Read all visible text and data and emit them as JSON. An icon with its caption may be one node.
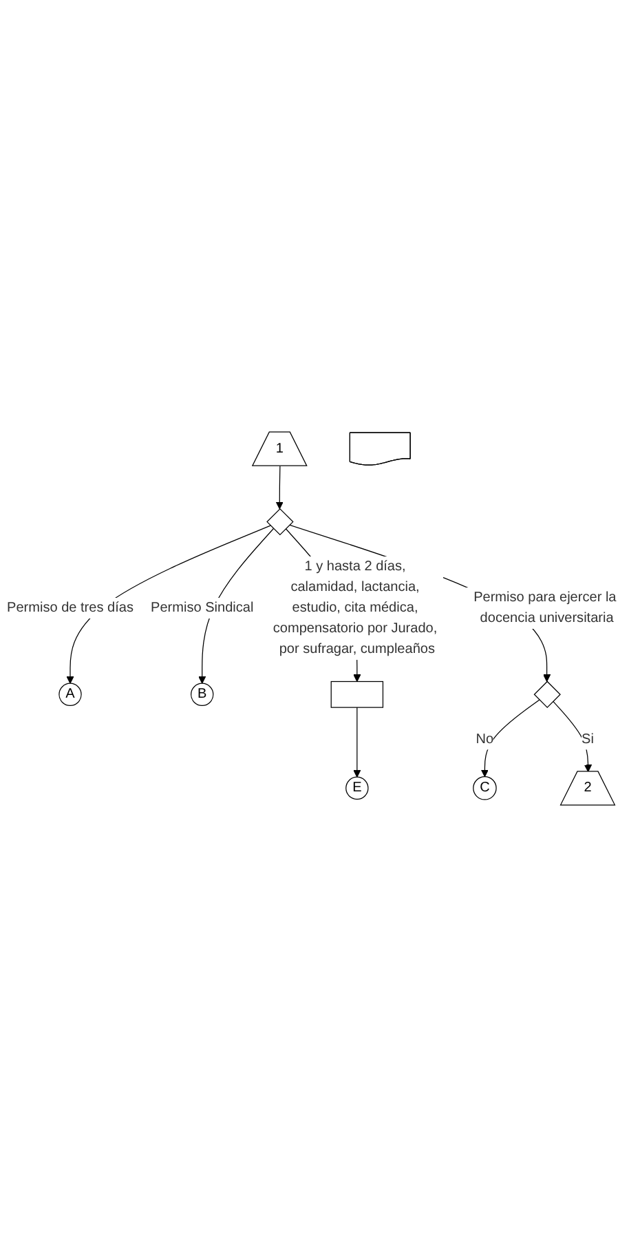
{
  "diagram": {
    "nodes": [
      {
        "text": [
          "1"
        ]
      },
      {
        "text": [],
        "shape": "diamond"
      },
      {
        "text": [
          "A"
        ]
      },
      {
        "text": [
          "B"
        ]
      },
      {
        "text": [],
        "shape": "box"
      },
      {
        "text": [],
        "shape": "document"
      },
      {
        "text": [
          "E"
        ]
      },
      {
        "text": [],
        "shape": "diamond"
      },
      {
        "text": [
          "C"
        ]
      },
      {
        "text": [
          "2"
        ]
      }
    ],
    "edges": [
      {
        "from": 0,
        "to": 1,
        "arrow": "to"
      },
      {
        "from": 1,
        "to": 3,
        "arrow": "to",
        "label": "Permiso Sindical"
      },
      {
        "from": 1,
        "to": 2,
        "arrow": "to",
        "label": "Permiso de tres días"
      },
      {
        "from": 1,
        "to": 4,
        "arrow": "to",
        "label": "1 y hasta 2 días, calamidad, lactancia, estudio, cita médica, compensatorio por Jurado, por sufragar, cumpleaños"
      },
      {
        "from": 4,
        "to": 6,
        "arrow": "to"
      },
      {
        "from": 1,
        "to": 7,
        "arrow": "to",
        "label": "Permiso para ejercer la docencia universitaria"
      },
      {
        "from": 7,
        "to": 8,
        "arrow": "to",
        "label": "No"
      },
      {
        "from": 7,
        "to": 9,
        "arrow": "to",
        "label": "Si"
      }
    ]
  }
}
